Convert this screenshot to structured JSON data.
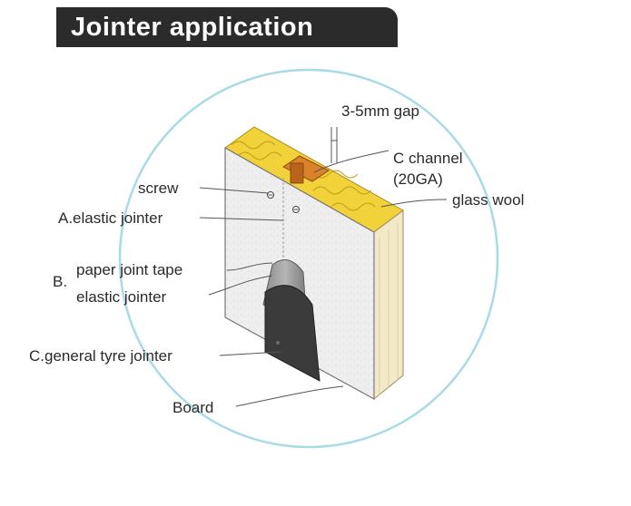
{
  "title": "Jointer application",
  "labels": {
    "gap": "3-5mm gap",
    "c_channel": "C channel",
    "c_channel_gauge": "(20GA)",
    "glass_wool": "glass wool",
    "screw": "screw",
    "a_elastic_jointer": "A.elastic jointer",
    "b_marker": "B.",
    "b_paper_joint_tape": "paper joint tape",
    "b_elastic_jointer": "elastic jointer",
    "c_general_tyre_jointer": "C.general tyre jointer",
    "board": "Board"
  },
  "colors": {
    "title_bg": "#2b2b2b",
    "circle": "#a8dbe6",
    "glass_wool": "#f2d23a",
    "c_channel": "#d9822b",
    "board_face": "#eeeeee",
    "board_side": "#f3e9c8",
    "tyre_jointer": "#3b3b3b"
  }
}
